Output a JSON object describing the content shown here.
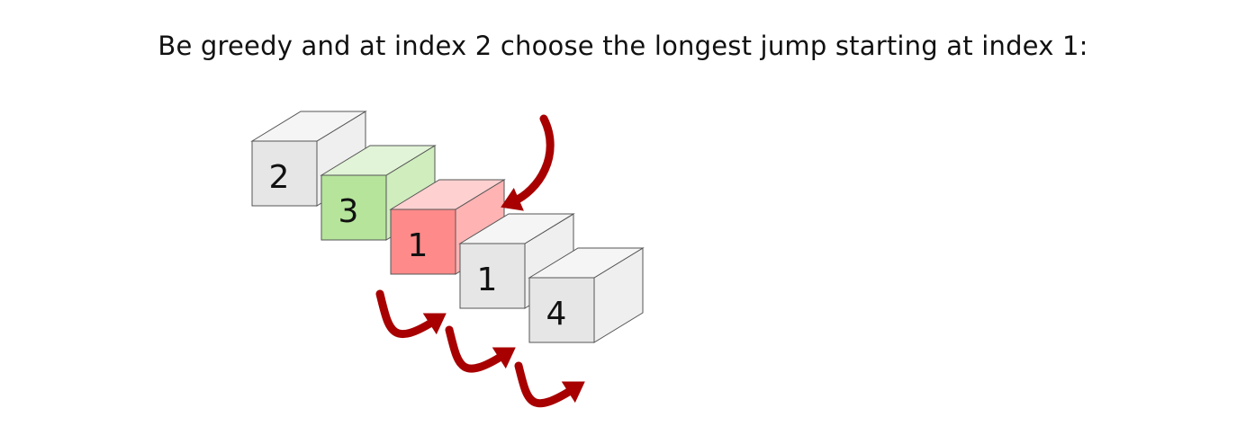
{
  "caption": "Be greedy and at index 2 choose the longest jump starting at index 1:",
  "colors": {
    "default_cube": "#e6e6e6",
    "selected_cube": "#b5e49a",
    "current_cube": "#ff8a8a",
    "arrow": "#a80000",
    "outline": "#555555"
  },
  "array": [
    {
      "value": "2",
      "state": "default"
    },
    {
      "value": "3",
      "state": "selected"
    },
    {
      "value": "1",
      "state": "current"
    },
    {
      "value": "1",
      "state": "default"
    },
    {
      "value": "4",
      "state": "default"
    }
  ],
  "jump_arrows": [
    {
      "from_index": 1,
      "to_index": 2
    },
    {
      "from_index": 1,
      "to_index": 3
    },
    {
      "from_index": 1,
      "to_index": 4
    }
  ],
  "pointer_arrow": {
    "target_index": 2,
    "icon": "curved-down-arrow-icon"
  }
}
